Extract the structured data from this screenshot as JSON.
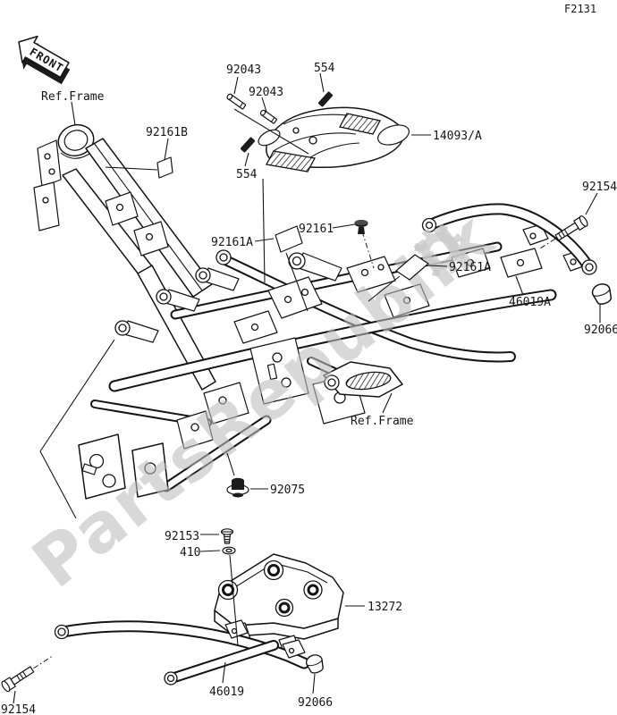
{
  "doc": {
    "figure_code": "F2131",
    "front_label": "FRONT",
    "watermark": "PartsRepublik"
  },
  "labels": {
    "ref_frame_top": "Ref.Frame",
    "p92161b": "92161B",
    "p92043_a": "92043",
    "p92043_b": "92043",
    "p554_a": "554",
    "p554_b": "554",
    "p14093": "14093/A",
    "p92154_top": "92154",
    "p92161a_left": "92161A",
    "p92161": "92161",
    "p92161a_right": "92161A",
    "p46019a": "46019A",
    "p92066_right": "92066",
    "ref_frame_mid": "Ref.Frame",
    "p92075": "92075",
    "p92153": "92153",
    "p410": "410",
    "p13272": "13272",
    "p46019": "46019",
    "p92154_bottom": "92154",
    "p92066_bottom": "92066"
  }
}
